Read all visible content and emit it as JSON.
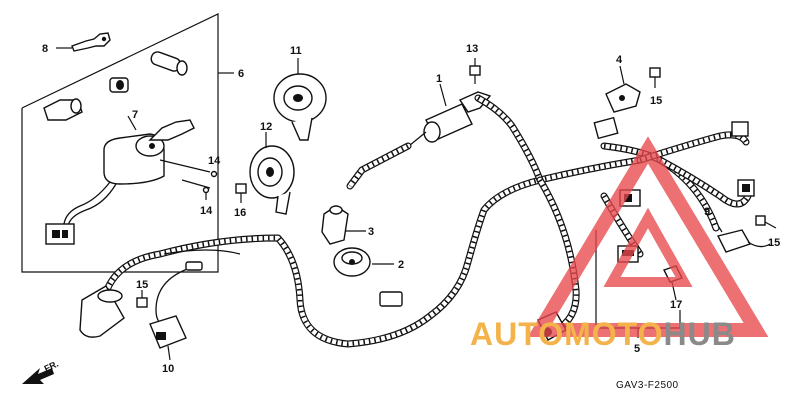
{
  "diagram": {
    "drawing_code": "GAV3-F2500",
    "front_label": "FR.",
    "watermark": {
      "text_orange": "AUTOMOTO",
      "text_gray": "HUB",
      "color_orange": "#f4b24a",
      "color_gray": "#8a8a8a",
      "color_triangle": "#e8484d"
    },
    "callouts": {
      "c1": "1",
      "c2": "2",
      "c3": "3",
      "c4": "4",
      "c5": "5",
      "c6": "6",
      "c7": "7",
      "c8": "8",
      "c9": "9",
      "c10": "10",
      "c11": "11",
      "c12": "12",
      "c13": "13",
      "c14a": "14",
      "c14b": "14",
      "c15a": "15",
      "c15b": "15",
      "c15c": "15",
      "c16": "16",
      "c17": "17"
    }
  }
}
